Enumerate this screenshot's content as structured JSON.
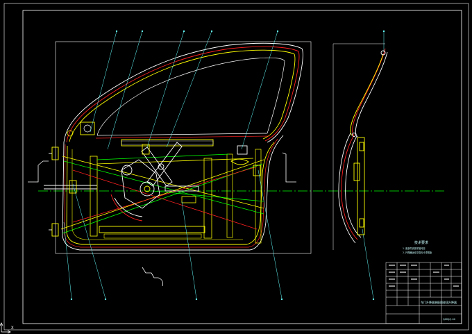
{
  "drawing": {
    "background": "#000000",
    "colors": {
      "frame": "#ffffff",
      "outline": "#ffffff",
      "door_inner": "#ffff00",
      "seal": "#ff2020",
      "rails": "#00ff00",
      "centerline": "#00ff00",
      "leaders": "#66ffff",
      "body_ref": "#ffffff",
      "motor": "#ffffff"
    },
    "top_dimension_label": "",
    "notes": {
      "title": "技术要求",
      "lines": [
        "1. 各部件安装牢固可靠",
        "2. 升降器运动平稳无卡滞现象"
      ]
    },
    "title_block": {
      "drawing_title": "车门升降器装配图",
      "part_title": "玻璃升降器",
      "drawing_number": "QMSJQ-00"
    }
  }
}
